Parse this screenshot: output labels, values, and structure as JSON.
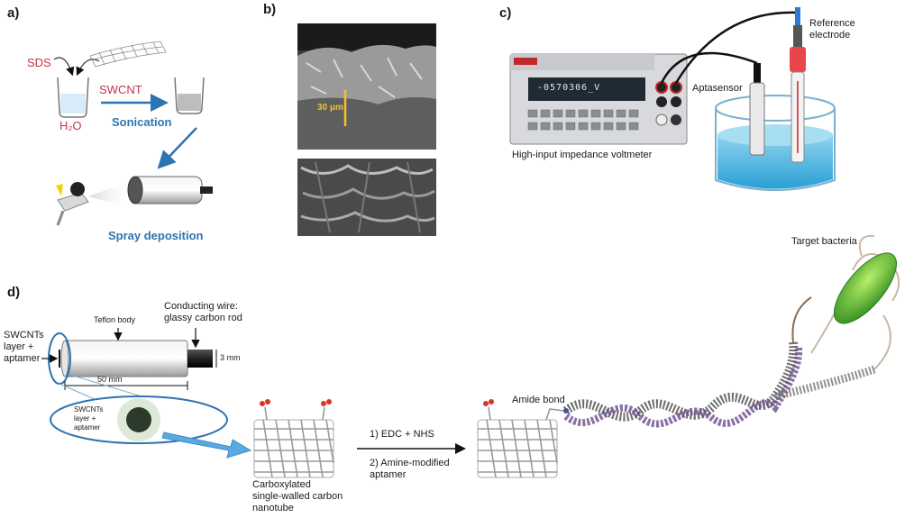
{
  "panels": {
    "a": "a)",
    "b": "b)",
    "c": "c)",
    "d": "d)"
  },
  "panel_a": {
    "sds": "SDS",
    "swcnt": "SWCNT",
    "h2o": "H₂O",
    "sonication": "Sonication",
    "spray": "Spray deposition"
  },
  "panel_b": {
    "scale": "30 μm"
  },
  "panel_c": {
    "display": "-0570306_V",
    "reference": "Reference\nelectrode",
    "aptasensor": "Aptasensor",
    "voltmeter": "High-input impedance voltmeter"
  },
  "panel_d": {
    "swcnt_layer": "SWCNTs\nlayer +\naptamer",
    "teflon": "Teflon body",
    "conducting": "Conducting wire:\nglassy carbon rod",
    "dim_3mm": "3 mm",
    "dim_50mm": "50 mm",
    "inset_label": "SWCNTs\nlayer +\naptamer",
    "carboxylated": "Carboxylated\nsingle-walled carbon\nnanotube",
    "step1": "1) EDC + NHS",
    "step2": "2) Amine-modified\naptamer",
    "amide": "Amide bond",
    "target": "Target bacteria"
  },
  "colors": {
    "accent_blue": "#2d74b3",
    "red_label": "#c8324a",
    "arrow_blue": "#5aa9e0"
  }
}
